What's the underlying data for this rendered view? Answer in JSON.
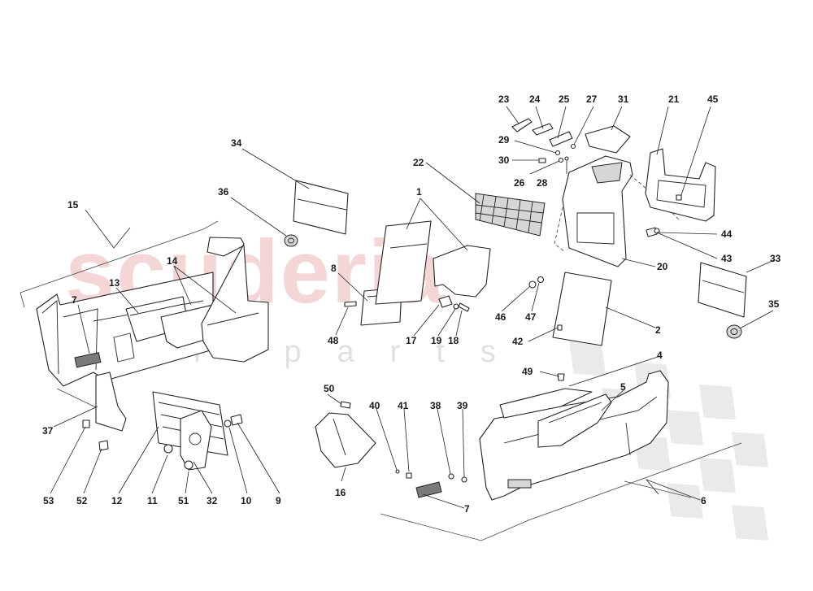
{
  "watermark": {
    "brand": "scuderia",
    "tagline": "car parts"
  },
  "callouts": {
    "n1": "1",
    "n2": "2",
    "n4": "4",
    "n5": "5",
    "n6": "6",
    "n7a": "7",
    "n7b": "7",
    "n8": "8",
    "n9": "9",
    "n10": "10",
    "n11": "11",
    "n12": "12",
    "n13": "13",
    "n14": "14",
    "n15": "15",
    "n16": "16",
    "n17": "17",
    "n18": "18",
    "n19": "19",
    "n20": "20",
    "n21": "21",
    "n22": "22",
    "n23": "23",
    "n24": "24",
    "n25": "25",
    "n26": "26",
    "n27": "27",
    "n28": "28",
    "n29": "29",
    "n30": "30",
    "n31": "31",
    "n32": "32",
    "n33": "33",
    "n34": "34",
    "n35": "35",
    "n36": "36",
    "n37": "37",
    "n38": "38",
    "n39": "39",
    "n40": "40",
    "n41": "41",
    "n42": "42",
    "n43": "43",
    "n44": "44",
    "n45": "45",
    "n46": "46",
    "n47": "47",
    "n48": "48",
    "n49": "49",
    "n50": "50",
    "n51": "51",
    "n52": "52",
    "n53": "53"
  }
}
